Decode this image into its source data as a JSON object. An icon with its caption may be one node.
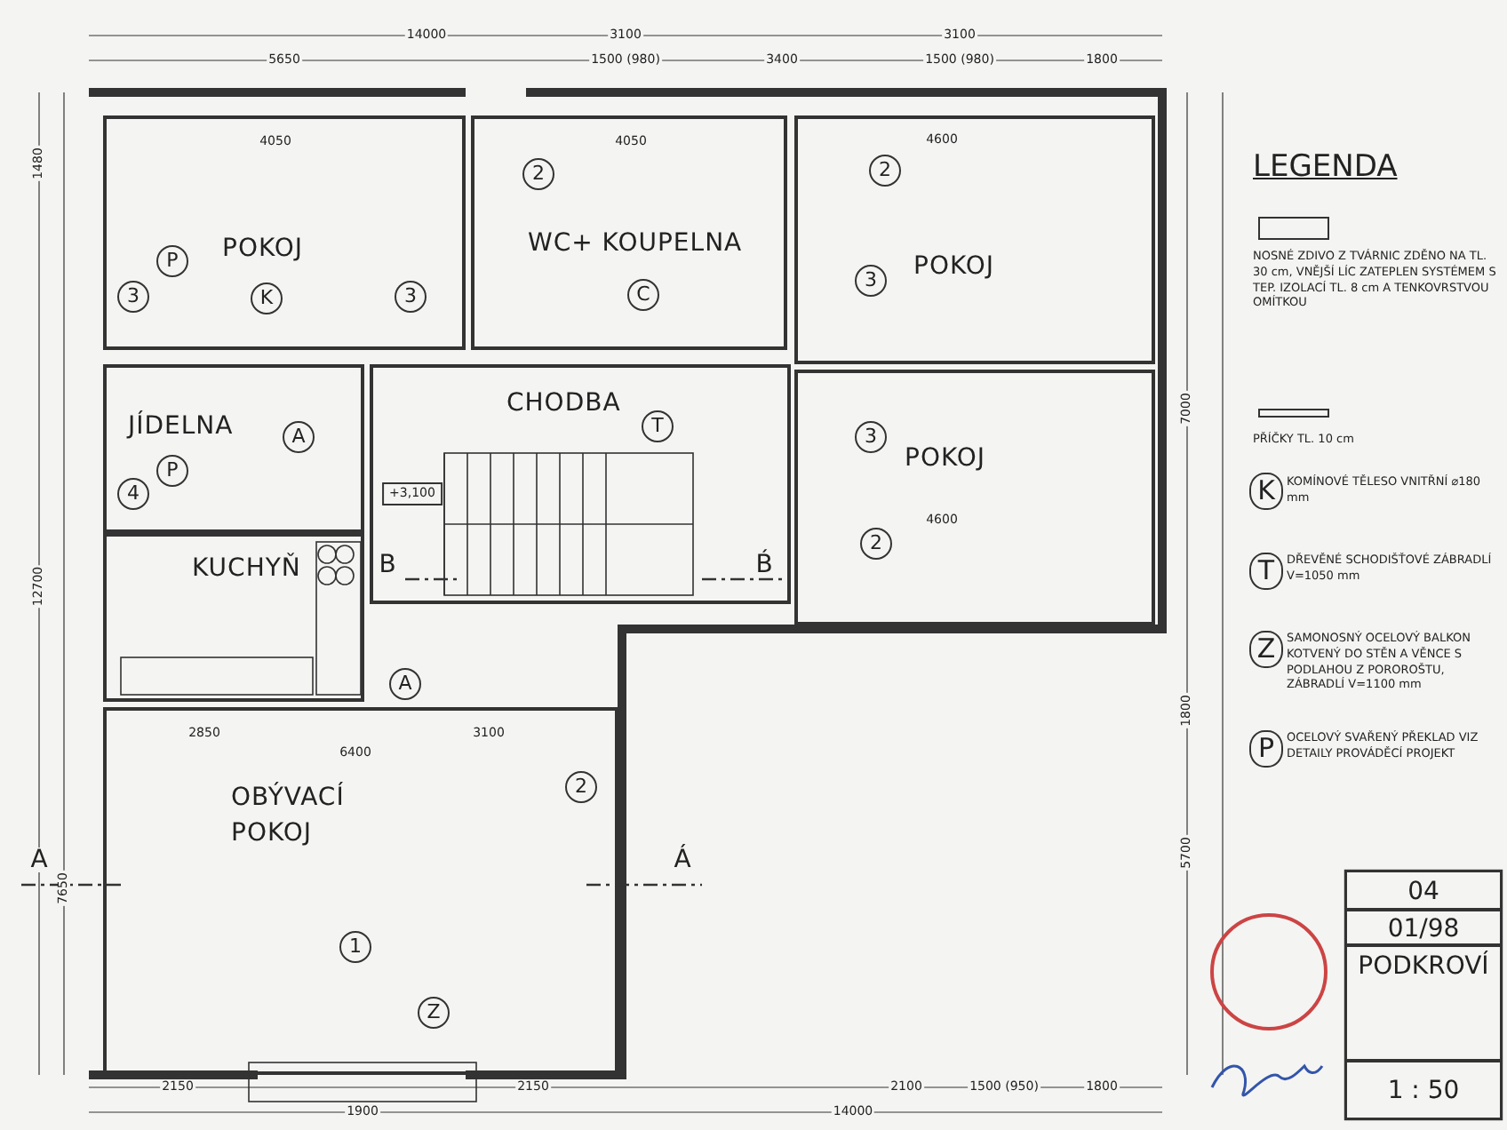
{
  "diagram": {
    "nodes": [
      {
        "text": [
          "POKOJ"
        ]
      },
      {
        "text": [
          "WC+ KOUPELNA"
        ]
      },
      {
        "text": [
          "POKOJ"
        ]
      },
      {
        "text": [
          "POKOJ"
        ]
      },
      {
        "text": [
          "JÍDELNA"
        ]
      },
      {
        "text": [
          "KUCHYŇ"
        ]
      },
      {
        "text": [
          "CHODBA"
        ]
      },
      {
        "text": [
          "OBÝVACÍ POKOJ"
        ]
      }
    ],
    "edges": [],
    "labels": [
      "14000",
      "5650",
      "3100",
      "1500 (980)",
      "3400",
      "3100",
      "1500 (980)",
      "1800",
      "1480",
      "4050",
      "4050",
      "4600",
      "2",
      "2",
      "P",
      "3",
      "K",
      "3",
      "C",
      "3",
      "T",
      "A",
      "P",
      "4",
      "+3,100",
      "B",
      "B́",
      "3",
      "2",
      "4600",
      "12700",
      "7000",
      "2850",
      "6400",
      "3100",
      "A",
      "2",
      "A",
      "Á",
      "7650",
      "1800",
      "5700",
      "1",
      "Z",
      "2150",
      "1900",
      "2150",
      "2100",
      "1500 (950)",
      "1800",
      "14000",
      "LEGENDA",
      "K",
      "T",
      "Z",
      "P",
      "04",
      "01/98",
      "PODKROVÍ",
      "1 : 50"
    ],
    "legend": [
      {
        "text": "NOSNÉ ZDIVO Z TVÁRNIC ZDĚNO NA TL. 30 cm, VNĚJŠÍ LÍC ZATEPLEN SYSTÉMEM S TEP. IZOLACÍ TL. 8 cm A TENKOVRSTVOU OMÍTKOU"
      },
      {
        "text": "PŘÍČKY TL. 10 cm"
      },
      {
        "text": "KOMÍNOVÉ TĚLESO VNITŘNÍ ⌀180 mm"
      },
      {
        "text": "DŘEVĚNÉ SCHODIŠŤOVÉ ZÁBRADLÍ V=1050 mm"
      },
      {
        "text": "SAMONOSNÝ OCELOVÝ BALKON KOTVENÝ DO STĚN A VĚNCE S PODLAHOU Z POROROŠTU, ZÁBRADLÍ V=1100 mm"
      },
      {
        "text": "OCELOVÝ SVAŘENÝ PŘEKLAD VIZ DETAILY PROVÁDĚCÍ PROJEKT"
      }
    ]
  }
}
